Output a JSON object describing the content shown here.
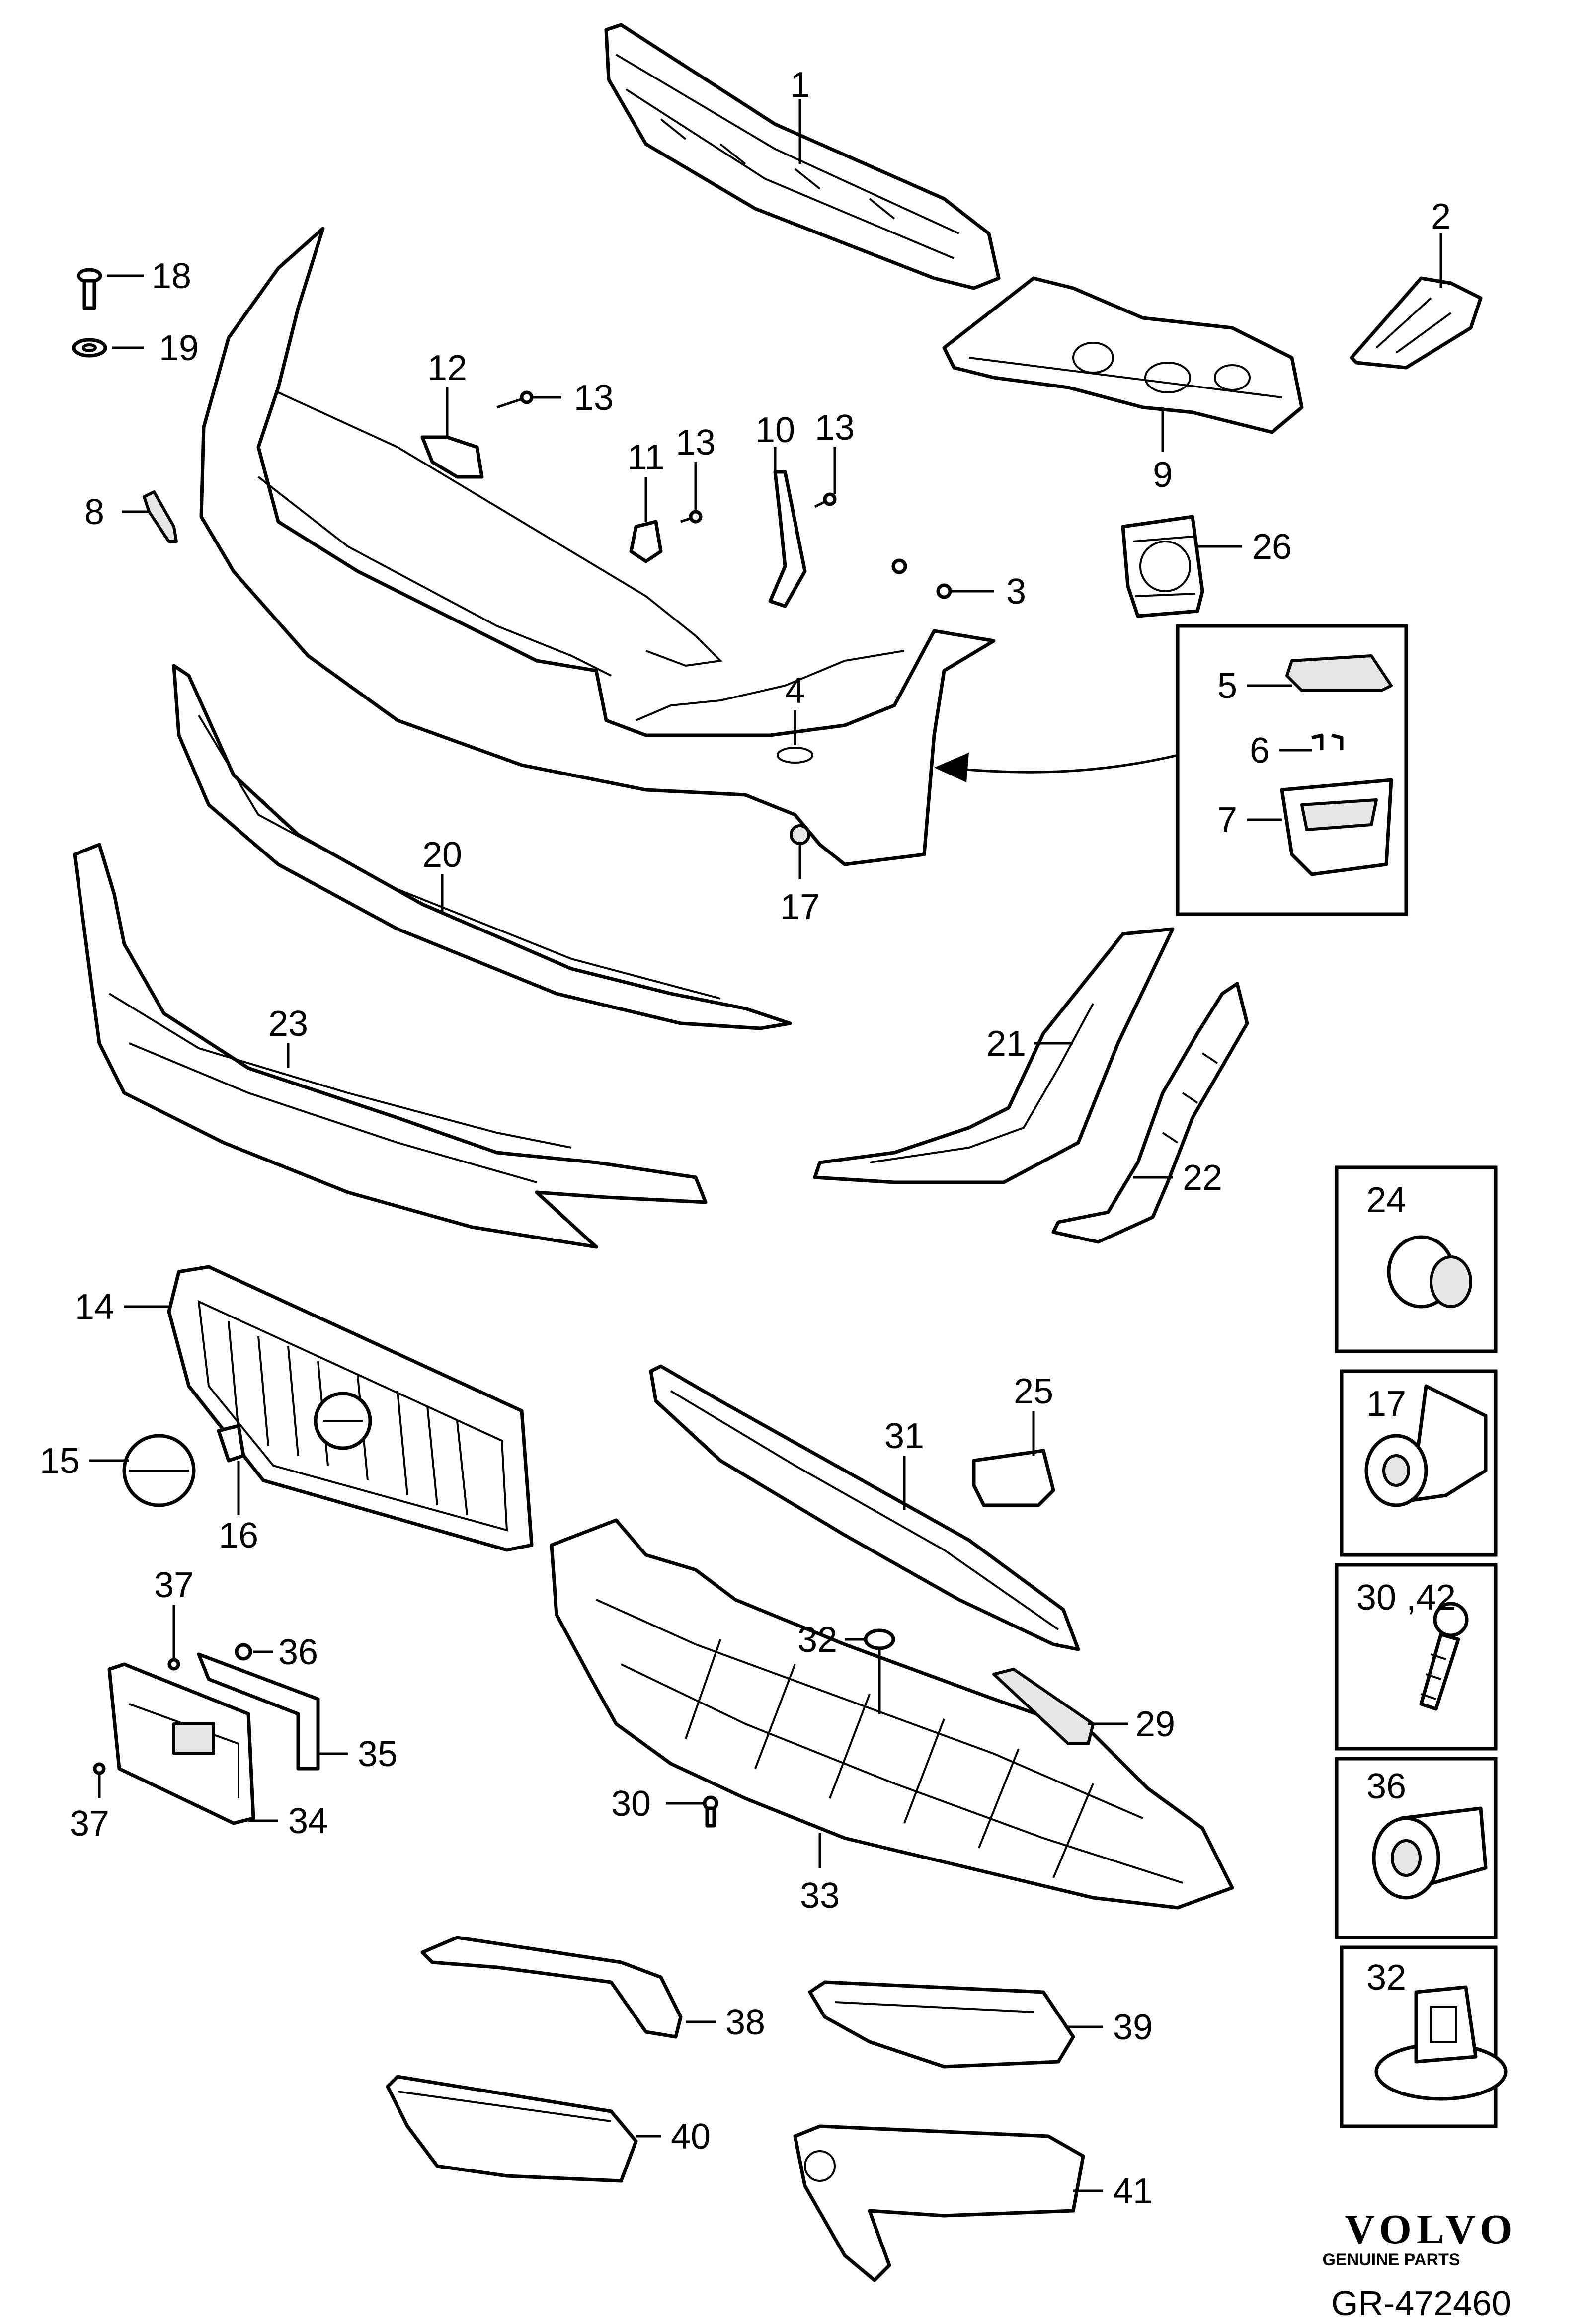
{
  "callouts": {
    "c1": "1",
    "c2": "2",
    "c3": "3",
    "c4": "4",
    "c5": "5",
    "c6": "6",
    "c7": "7",
    "c8": "8",
    "c9": "9",
    "c10": "10",
    "c11": "11",
    "c12": "12",
    "c13a": "13",
    "c13b": "13",
    "c13c": "13",
    "c14": "14",
    "c15": "15",
    "c16": "16",
    "c17": "17",
    "c18": "18",
    "c19": "19",
    "c20": "20",
    "c21": "21",
    "c22": "22",
    "c23": "23",
    "c25": "25",
    "c26": "26",
    "c29": "29",
    "c30": "30",
    "c31": "31",
    "c32": "32",
    "c33": "33",
    "c34": "34",
    "c35": "35",
    "c36": "36",
    "c37a": "37",
    "c37b": "37",
    "c38": "38",
    "c39": "39",
    "c40": "40",
    "c41": "41"
  },
  "detail_boxes": {
    "b24": "24",
    "b17": "17",
    "b30_42": "30 ,42",
    "b36": "36",
    "b32": "32"
  },
  "branding": {
    "logo_text": "VOLVO",
    "logo_subtext": "GENUINE PARTS",
    "reference": "GR-472460"
  }
}
